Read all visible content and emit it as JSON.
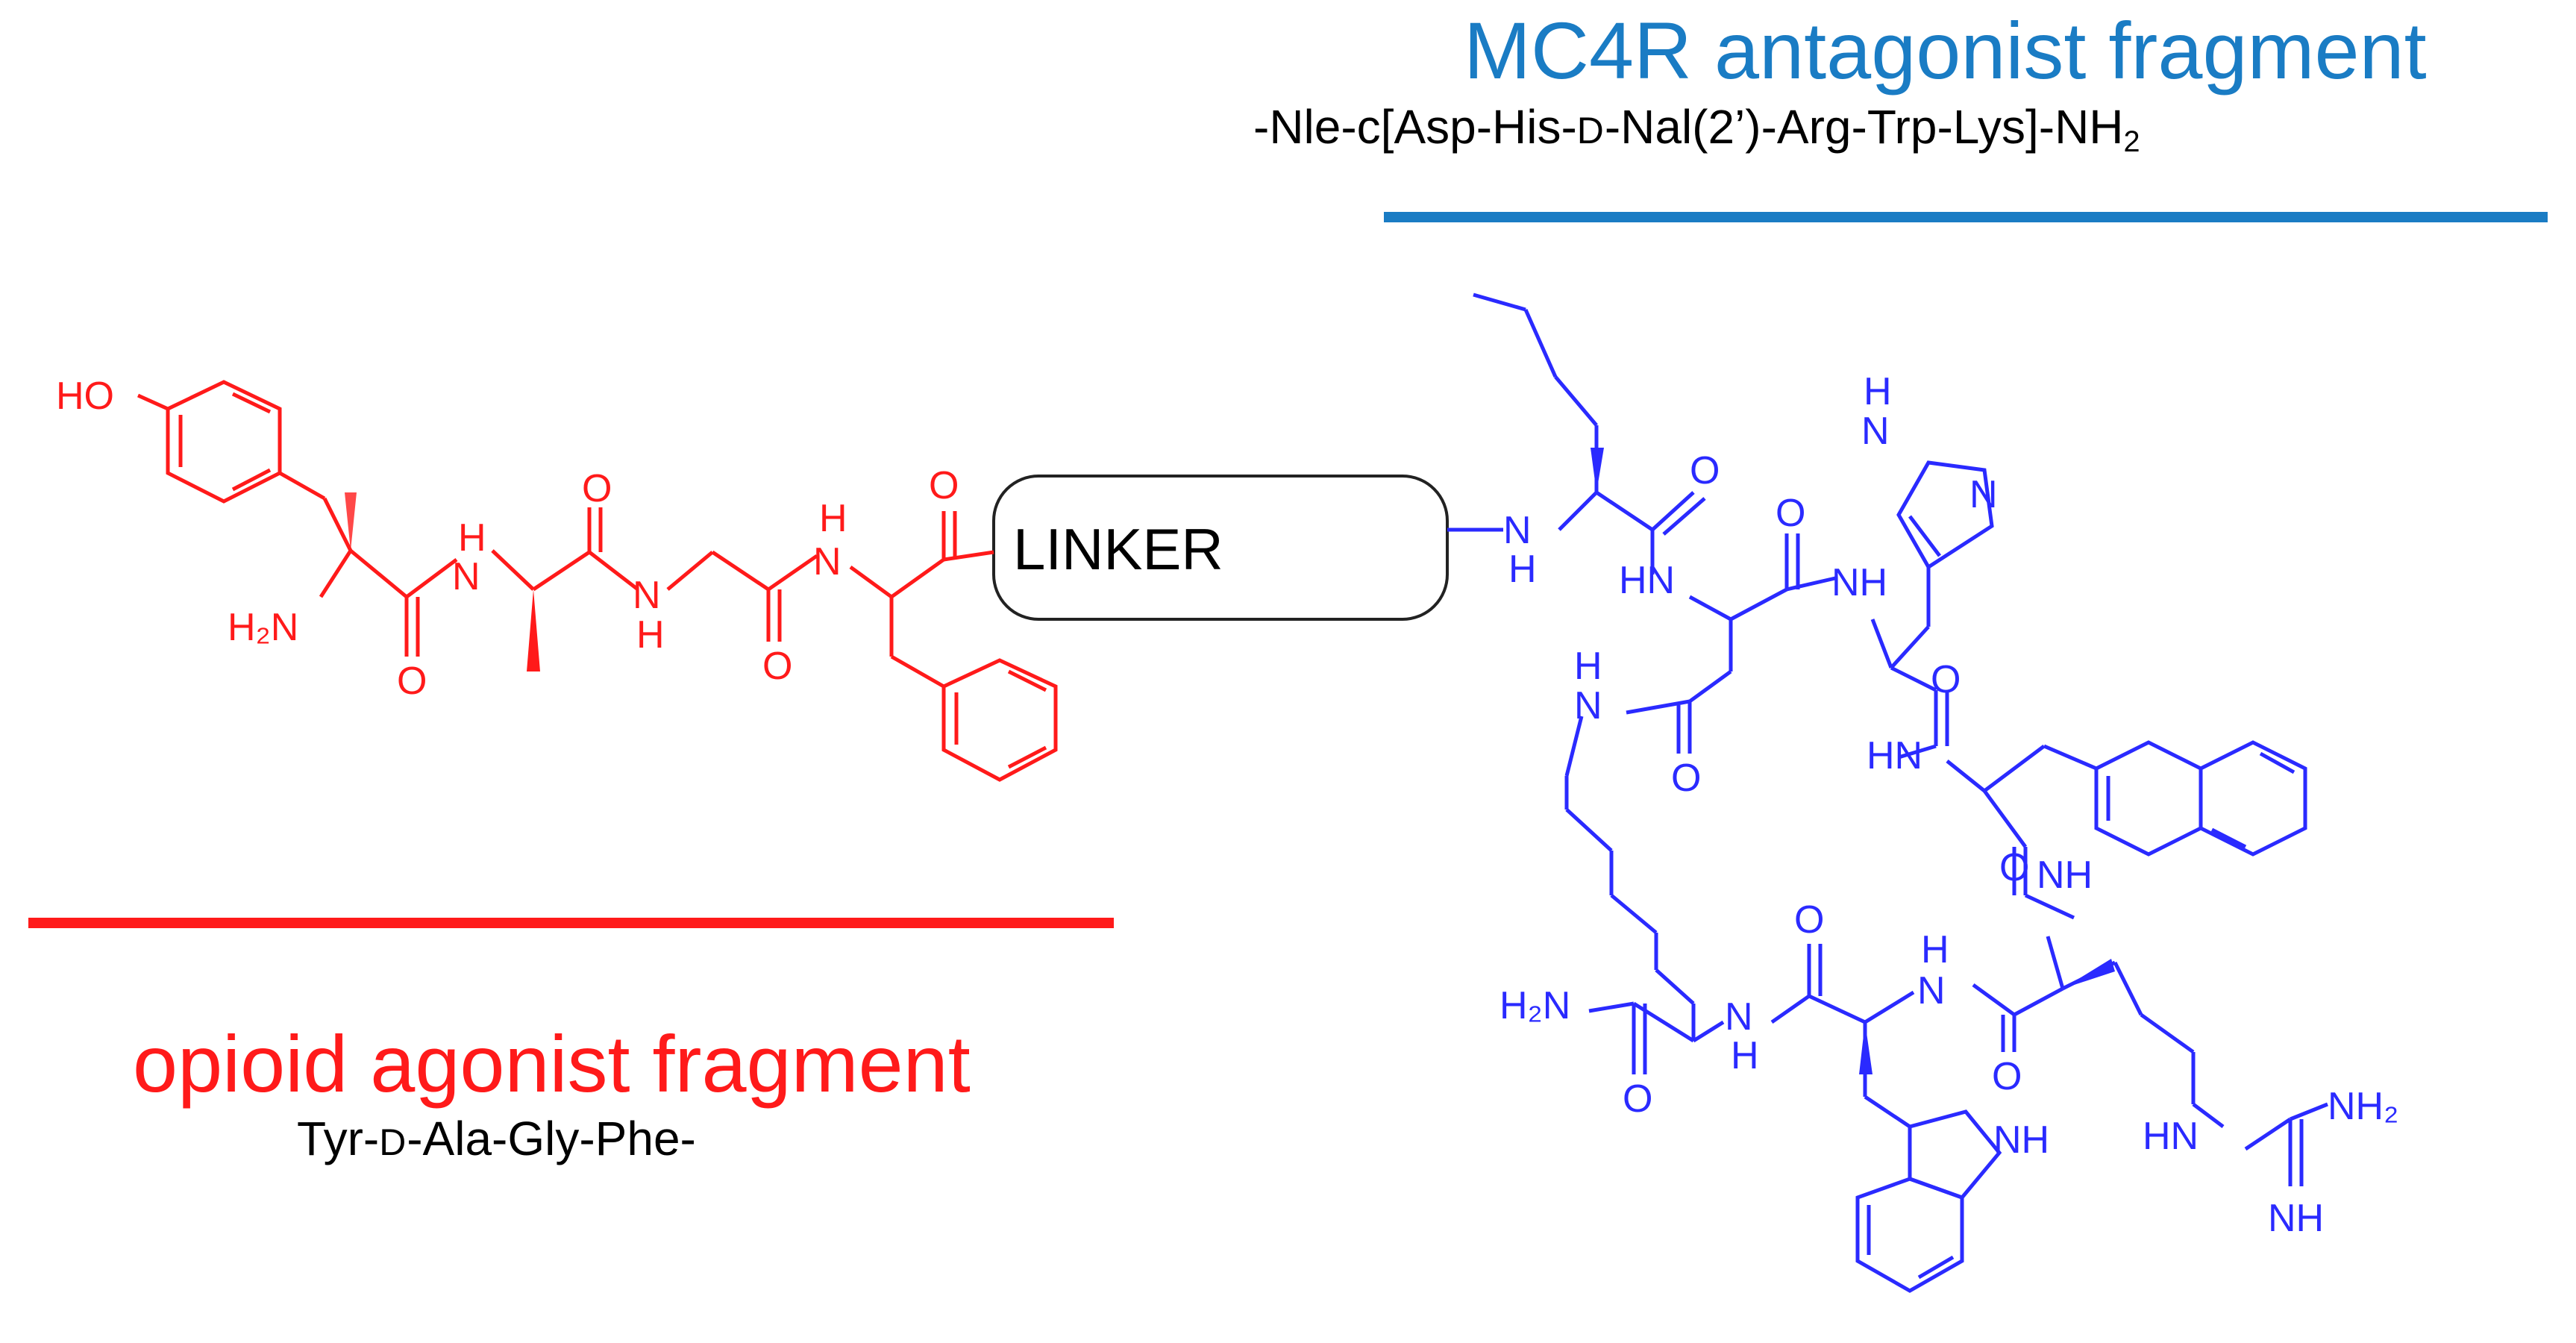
{
  "mc4r": {
    "title": "MC4R antagonist fragment",
    "seq_a": "-Nle-c[Asp-His-",
    "seq_d": "D",
    "seq_b": "-Nal(2’)-Arg-Trp-Lys]-NH",
    "seq_sub": "2",
    "color": "#1a7cc4",
    "structure_color": "#2a2aff"
  },
  "opioid": {
    "title": "opioid agonist fragment",
    "seq_a": "Tyr-",
    "seq_d": "D",
    "seq_b": "-Ala-Gly-Phe-",
    "color": "#ff1a1a"
  },
  "linker": {
    "label": "LINKER"
  },
  "atoms": {
    "ho": "HO",
    "h2n": "H₂N",
    "nh": "NH",
    "n": "N",
    "h": "H",
    "o": "O",
    "hn": "HN",
    "nh2": "NH₂",
    "ihn": "HN",
    "nh_indole": "NH"
  }
}
